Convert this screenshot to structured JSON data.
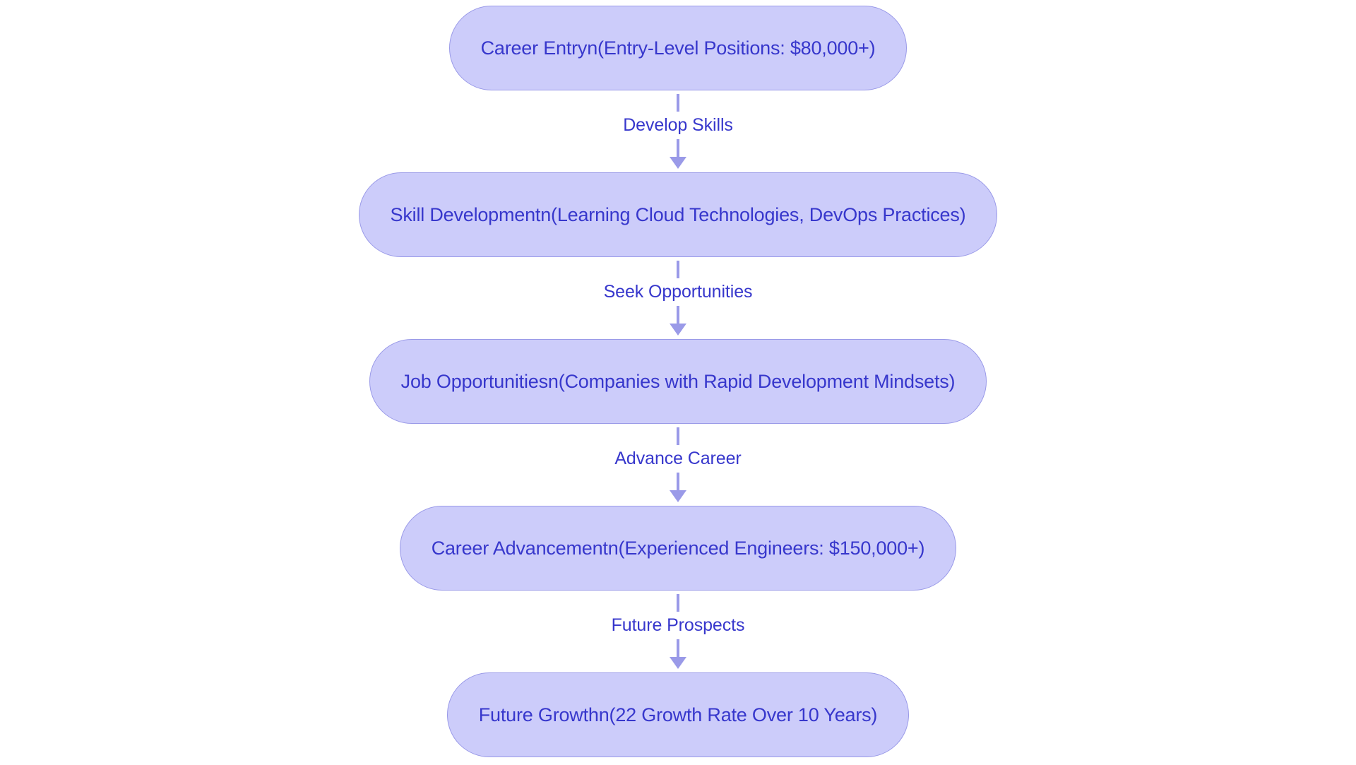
{
  "diagram": {
    "title": "Career Path Flowchart",
    "orientation": "top-down",
    "background_color": "#ffffff",
    "node_fill_color": "#ccccfa",
    "node_border_color": "#9a9ae8",
    "node_text_color": "#3737cc",
    "edge_color": "#9a9ae8",
    "edge_label_color": "#3737cc",
    "nodes": [
      {
        "id": "career-entry",
        "label": "Career Entryn(Entry-Level Positions: $80,000+)"
      },
      {
        "id": "skill-development",
        "label": "Skill Developmentn(Learning Cloud Technologies, DevOps Practices)"
      },
      {
        "id": "job-opportunities",
        "label": "Job Opportunitiesn(Companies with Rapid Development Mindsets)"
      },
      {
        "id": "career-advancement",
        "label": "Career Advancementn(Experienced Engineers: $150,000+)"
      },
      {
        "id": "future-growth",
        "label": "Future Growthn(22 Growth Rate Over 10 Years)"
      }
    ],
    "edges": [
      {
        "from": "career-entry",
        "to": "skill-development",
        "label": "Develop Skills"
      },
      {
        "from": "skill-development",
        "to": "job-opportunities",
        "label": "Seek Opportunities"
      },
      {
        "from": "job-opportunities",
        "to": "career-advancement",
        "label": "Advance Career"
      },
      {
        "from": "career-advancement",
        "to": "future-growth",
        "label": "Future Prospects"
      }
    ]
  }
}
